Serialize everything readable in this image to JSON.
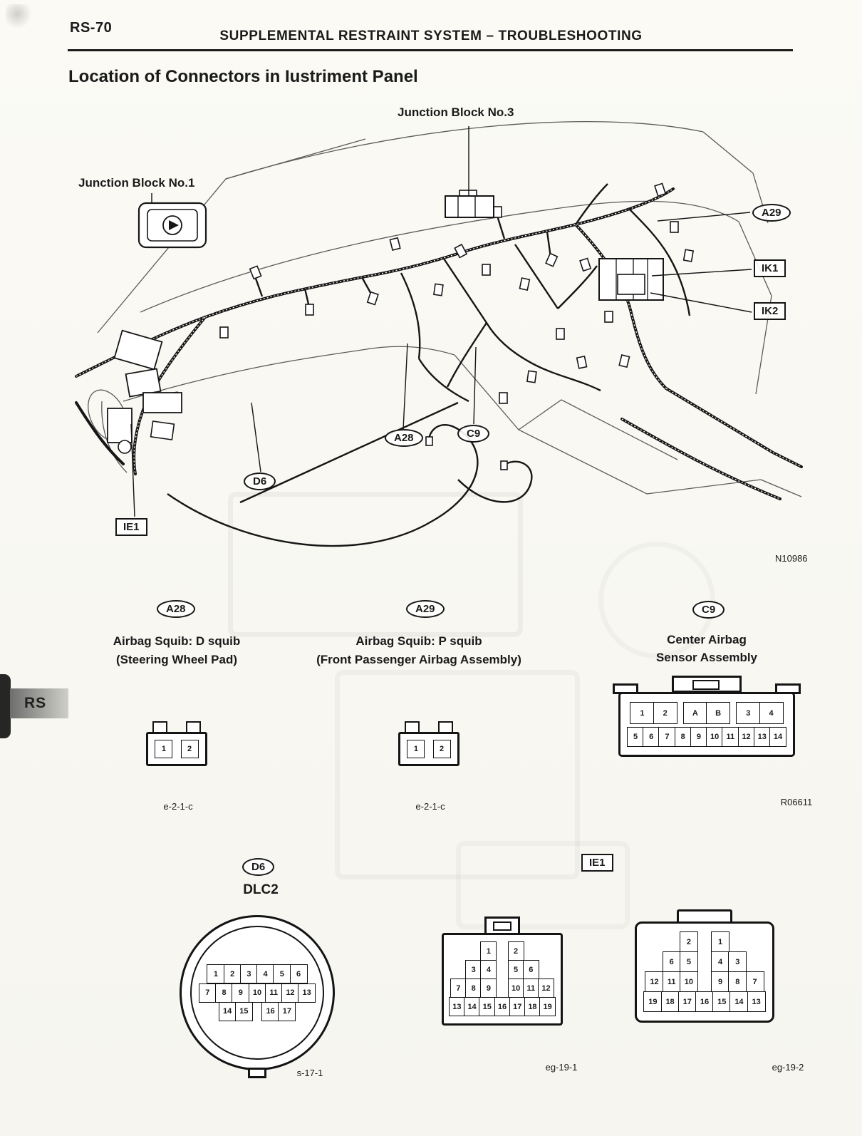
{
  "page": {
    "page_number": "RS-70",
    "header_title": "SUPPLEMENTAL RESTRAINT SYSTEM – TROUBLESHOOTING",
    "section_title": "Location of Connectors in Iustriment Panel",
    "side_tab": "RS",
    "figure_ref": "N10986"
  },
  "diagram": {
    "labels": [
      {
        "id": "junction-block-3",
        "text": "Junction Block No.3"
      },
      {
        "id": "junction-block-1",
        "text": "Junction Block No.1"
      }
    ],
    "callouts": {
      "a29": "A29",
      "ik1": "IK1",
      "ik2": "IK2",
      "a28": "A28",
      "c9": "C9",
      "d6": "D6",
      "ie1": "IE1"
    }
  },
  "connector_details": {
    "a28": {
      "callout": "A28",
      "title_line1": "Airbag Squib:  D squib",
      "title_line2": "(Steering Wheel Pad)",
      "pins": [
        [
          "1",
          "",
          "2"
        ]
      ],
      "code": "e-2-1-c"
    },
    "a29": {
      "callout": "A29",
      "title_line1": "Airbag Squib:  P squib",
      "title_line2": "(Front Passenger Airbag Assembly)",
      "pins": [
        [
          "1",
          "",
          "2"
        ]
      ],
      "code": "e-2-1-c"
    },
    "c9": {
      "callout": "C9",
      "title_line1": "Center Airbag",
      "title_line2": "Sensor Assembly",
      "pins": [
        [
          "1",
          "2",
          "",
          "A",
          "B",
          "",
          "3",
          "4"
        ],
        [
          "5",
          "6",
          "7",
          "8",
          "9",
          "10",
          "11",
          "12",
          "13",
          "14"
        ]
      ],
      "code": "R06611"
    },
    "d6": {
      "callout": "D6",
      "name": "DLC2",
      "pins": [
        [
          "1",
          "2",
          "3",
          "4",
          "5",
          "6"
        ],
        [
          "7",
          "8",
          "9",
          "10",
          "11",
          "12",
          "13"
        ],
        [
          "14",
          "15",
          "",
          "16",
          "17"
        ]
      ],
      "code": "s-17-1"
    },
    "mid": {
      "pins": [
        [
          "1",
          "",
          "2"
        ],
        [
          "3",
          "4",
          "",
          "5",
          "6"
        ],
        [
          "7",
          "8",
          "9",
          "",
          "10",
          "11",
          "12"
        ],
        [
          "13",
          "14",
          "15",
          "16",
          "17",
          "18",
          "19"
        ]
      ],
      "code": "eg-19-1"
    },
    "ie1": {
      "callout": "IE1",
      "pins": [
        [
          "2",
          "",
          "1"
        ],
        [
          "6",
          "5",
          "",
          "4",
          "3"
        ],
        [
          "12",
          "11",
          "10",
          "",
          "9",
          "8",
          "7"
        ],
        [
          "19",
          "18",
          "17",
          "16",
          "15",
          "14",
          "13"
        ]
      ],
      "code": "eg-19-2"
    }
  }
}
